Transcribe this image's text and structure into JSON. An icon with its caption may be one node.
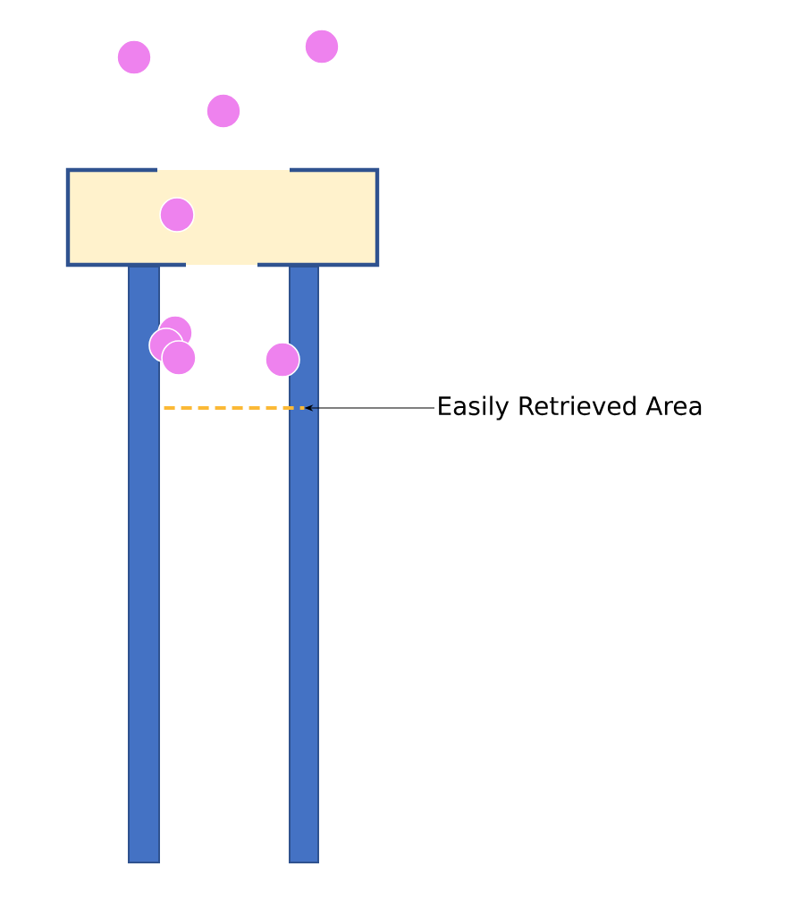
{
  "diagram": {
    "nodes": [
      {
        "text": [
          "Easily Retrieved Area"
        ]
      },
      {
        "text": [],
        "shape": "line"
      }
    ],
    "edges": [
      {
        "from": 0,
        "to": 1,
        "arrow": "to"
      }
    ]
  }
}
